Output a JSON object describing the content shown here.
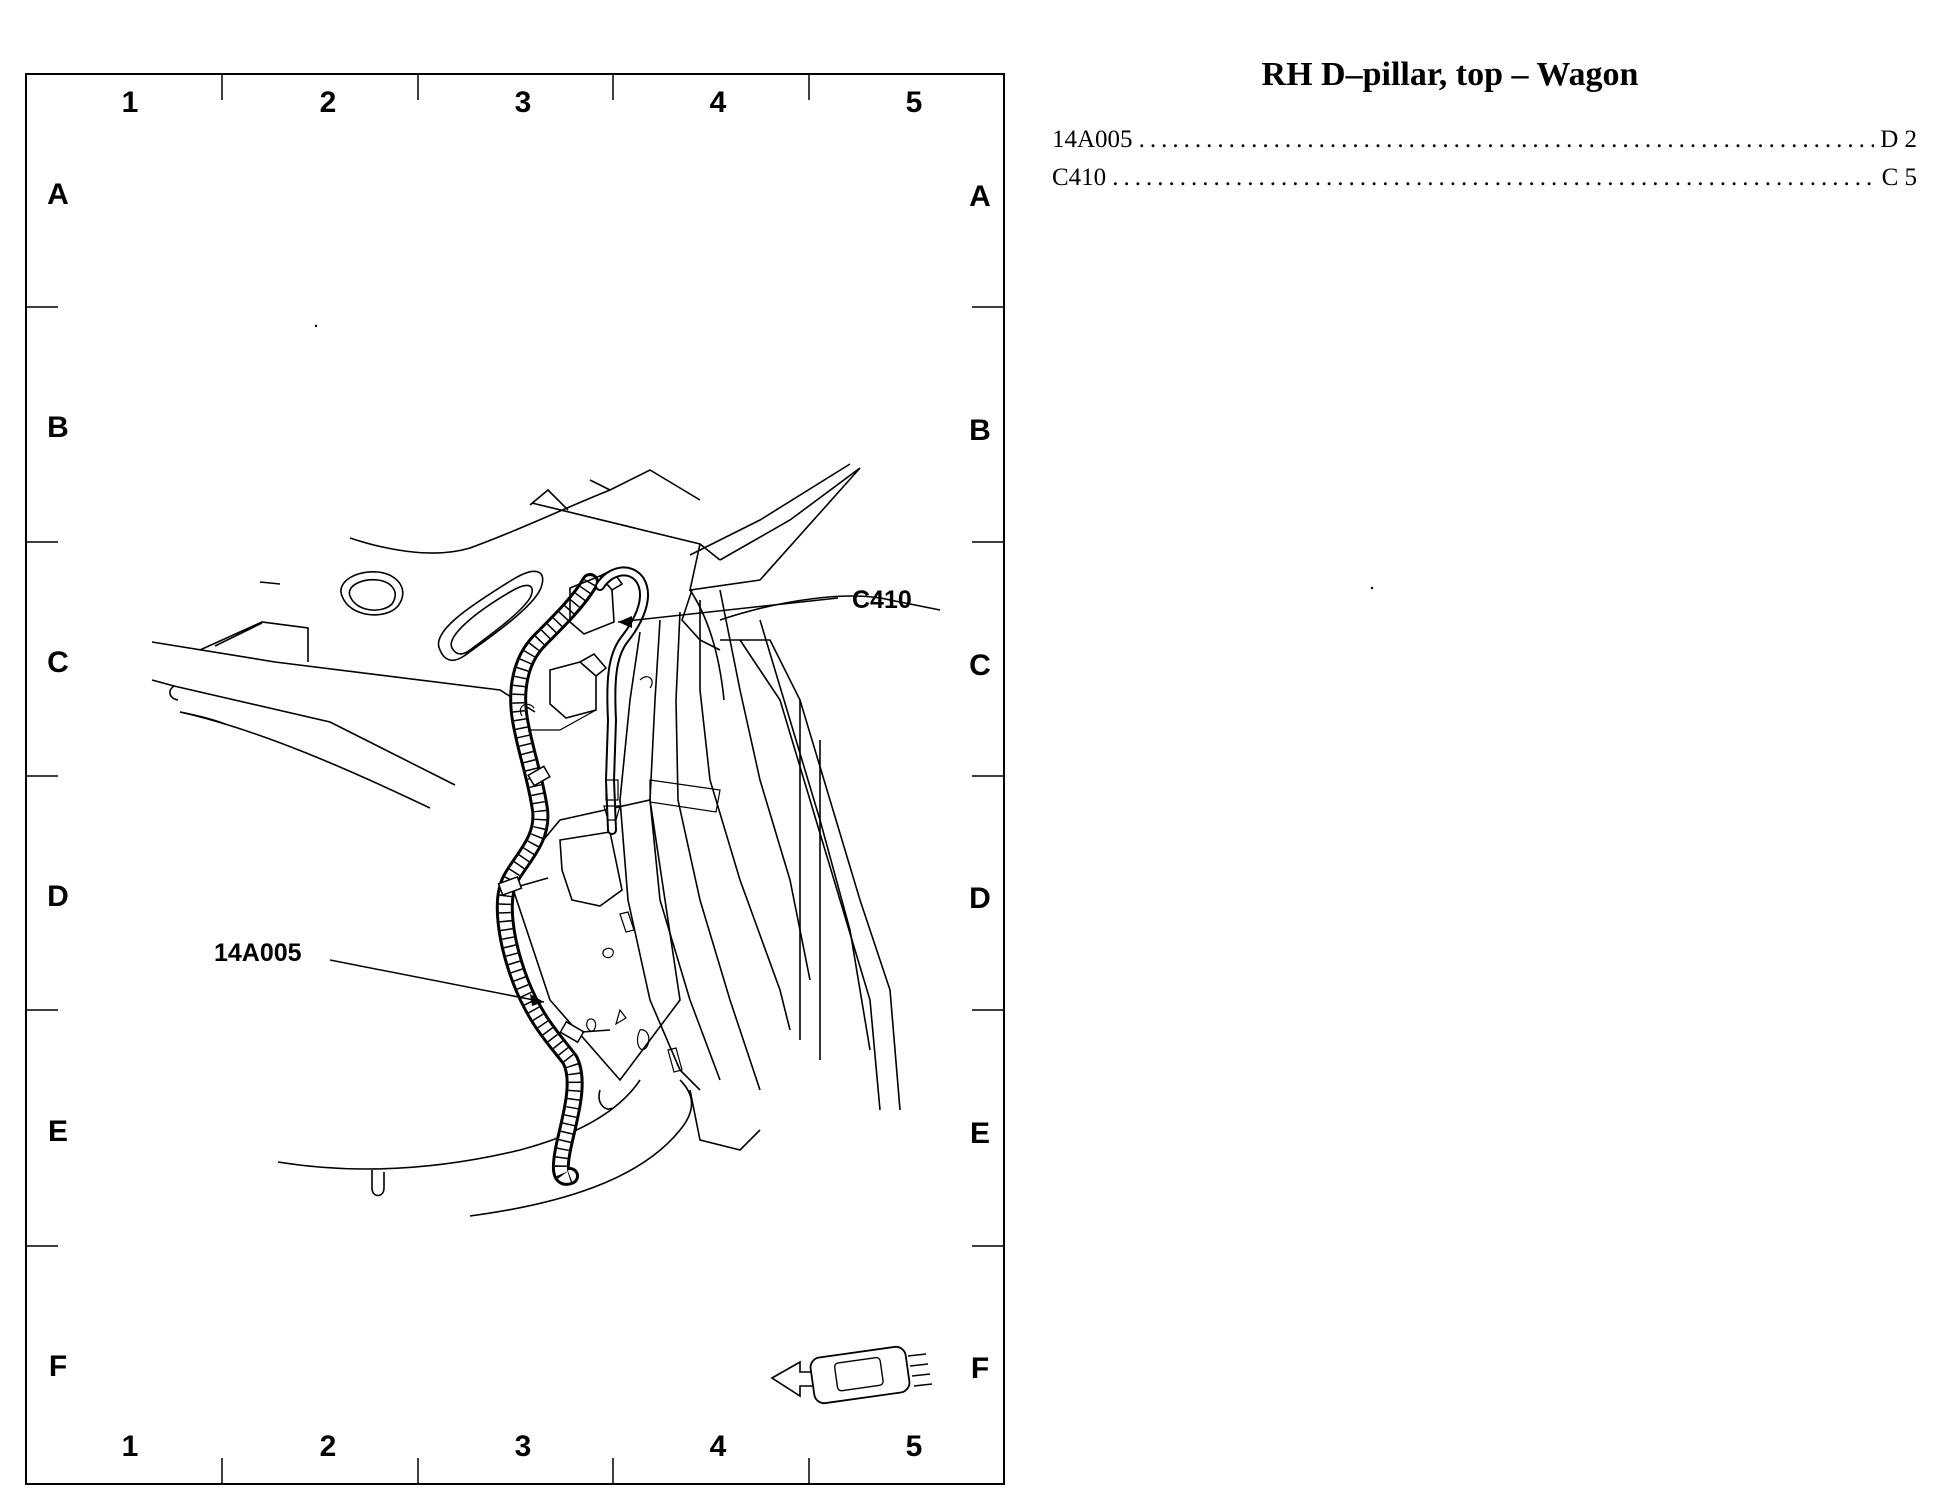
{
  "title": "RH D–pillar, top – Wagon",
  "grid": {
    "columns": [
      "1",
      "2",
      "3",
      "4",
      "5"
    ],
    "rows": [
      "A",
      "B",
      "C",
      "D",
      "E",
      "F"
    ]
  },
  "index": [
    {
      "name": "14A005",
      "location": "D 2"
    },
    {
      "name": "C410",
      "location": "C 5"
    }
  ],
  "callouts": {
    "harness": "14A005",
    "connector": "C410"
  },
  "icons": {
    "orientation": "vehicle-direction-icon"
  }
}
